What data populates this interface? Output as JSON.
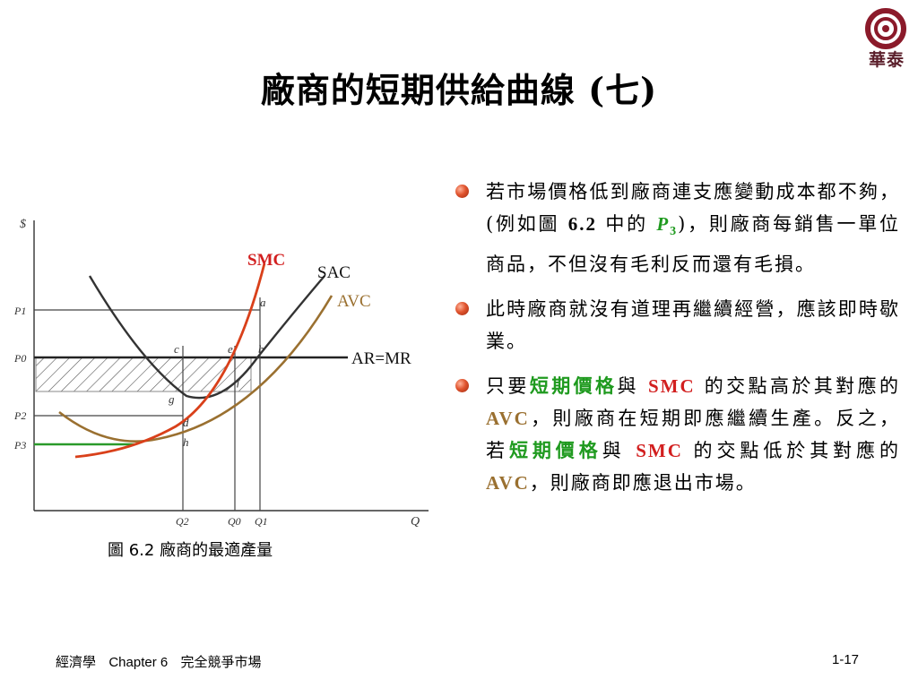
{
  "logo": {
    "text": "華泰",
    "colors": {
      "ring": "#8b1a2a"
    }
  },
  "title": "廠商的短期供給曲線 (七)",
  "figure": {
    "caption": "圖 6.2 廠商的最適產量",
    "curve_labels": {
      "smc": "SMC",
      "sac": "SAC",
      "avc": "AVC",
      "ar_mr": "AR=MR"
    },
    "axis": {
      "y": "$",
      "x": "Q"
    },
    "price_levels": [
      "P1",
      "P0",
      "P2",
      "P3"
    ],
    "quantity_ticks": [
      "Q2",
      "Q0",
      "Q1"
    ],
    "points": [
      "a",
      "b",
      "c",
      "e",
      "f",
      "g",
      "d",
      "h"
    ],
    "colors": {
      "smc": "#d9401a",
      "sac": "#333333",
      "avc": "#9a7030",
      "p3_line": "#2a9a2a"
    }
  },
  "bullets": {
    "b1": {
      "text1": "若市場價格低到廠商連支應變動成本都不夠，(例如圖 ",
      "fig_num": "6.2",
      "text2": " 中的 ",
      "p_letter": "P",
      "p_sub": "3",
      "text3": ")，則廠商每銷售一單位商品，不但沒有毛利反而還有毛損。"
    },
    "b2": {
      "text": "此時廠商就沒有道理再繼續經營，應該即時歇業。"
    },
    "b3": {
      "t1": "只要",
      "g1": "短期價格",
      "t2": "與 ",
      "r1": "SMC",
      "t3": " 的交點高於其對應的 ",
      "avc1": "AVC",
      "t4": "，則廠商在短期即應繼續生產。反之，若",
      "g2": "短期價格",
      "t5": "與 ",
      "r2": "SMC",
      "t6": " 的交點低於其對應的",
      "avc2": "AVC",
      "t7": "，則廠商即應退出市場。"
    }
  },
  "footer": {
    "book": "經濟學",
    "chapter": "Chapter 6",
    "topic": "完全競爭市場",
    "page": "1-17"
  }
}
